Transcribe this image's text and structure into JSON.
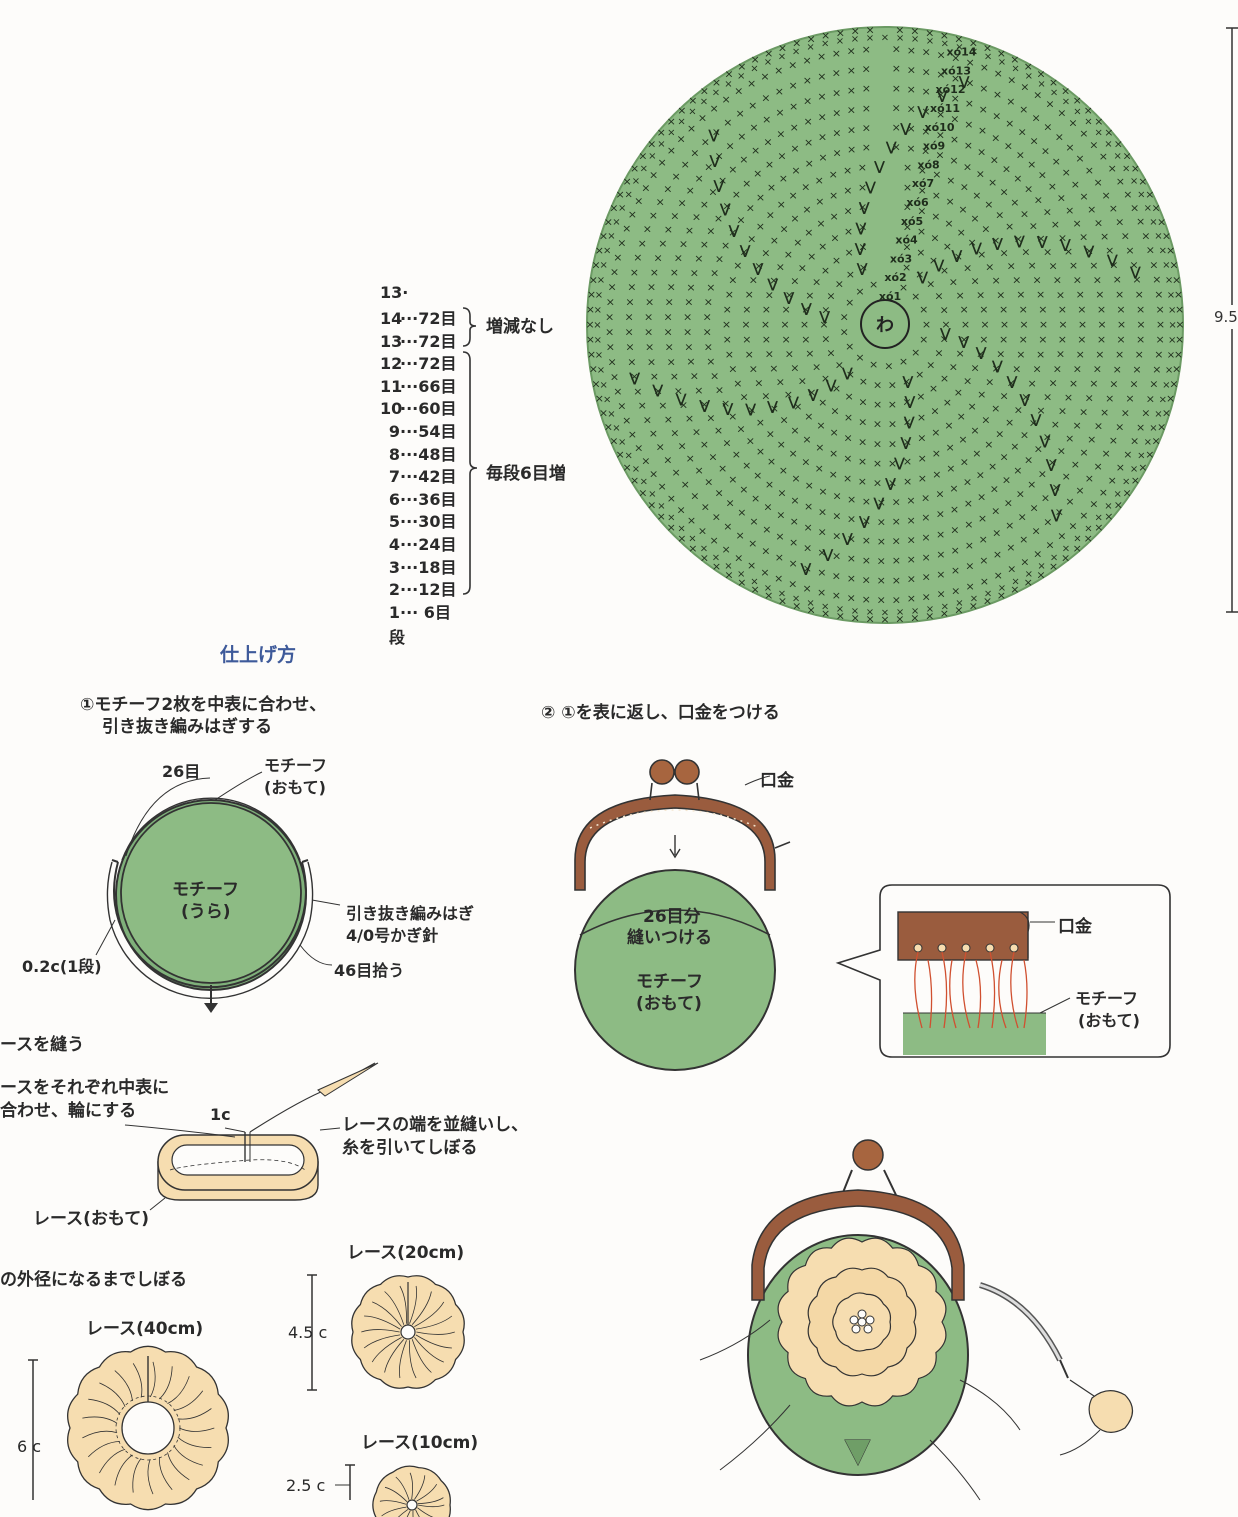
{
  "chart": {
    "dimension": "9.5",
    "center_label": "わ",
    "round_markers": [
      "xó1",
      "xó2",
      "xó3",
      "xó4",
      "xó5",
      "xó6",
      "xó7",
      "xó8",
      "xó9",
      "xó10",
      "xó11",
      "xó12",
      "xó13",
      "xó14"
    ],
    "rounds_top": "13·",
    "rounds": [
      {
        "r": "14",
        "c": "72目"
      },
      {
        "r": "13",
        "c": "72目"
      },
      {
        "r": "12",
        "c": "72目"
      },
      {
        "r": "11",
        "c": "66目"
      },
      {
        "r": "10",
        "c": "60目"
      },
      {
        "r": "9",
        "c": "54目"
      },
      {
        "r": "8",
        "c": "48目"
      },
      {
        "r": "7",
        "c": "42目"
      },
      {
        "r": "6",
        "c": "36目"
      },
      {
        "r": "5",
        "c": "30目"
      },
      {
        "r": "4",
        "c": "24目"
      },
      {
        "r": "3",
        "c": "18目"
      },
      {
        "r": "2",
        "c": "12目"
      },
      {
        "r": "1",
        "c": " 6目"
      }
    ],
    "dan_label": "段",
    "brace_no_change": "増減なし",
    "brace_increase": "毎段6目増"
  },
  "finishing": {
    "title": "仕上げ方",
    "step1": {
      "title_line1": "①モチーフ2枚を中表に合わせ、",
      "title_line2": "引き抜き編みはぎする",
      "label_26": "26目",
      "label_motif_front_1": "モチーフ",
      "label_motif_front_2": "(おもて)",
      "label_motif_back_1": "モチーフ",
      "label_motif_back_2": "(うら)",
      "label_slip_1": "引き抜き編みはぎ",
      "label_slip_2": "4/0号かぎ針",
      "label_thickness": "0.2c(1段)",
      "label_46": "46目拾う"
    },
    "step2": {
      "title": "② ①を表に返し、口金をつける",
      "label_frame": "口金",
      "label_sew_1": "26目分",
      "label_sew_2": "縫いつける",
      "label_motif_1": "モチーフ",
      "label_motif_2": "(おもて)",
      "detail_frame": "口金",
      "detail_motif_1": "モチーフ",
      "detail_motif_2": "(おもて)"
    },
    "step3": {
      "title": "ースを縫う",
      "line1": "ースをそれぞれ中表に",
      "line2": "合わせ、輪にする",
      "label_1c": "1c",
      "label_running_1": "レースの端を並縫いし、",
      "label_running_2": "糸を引いてしぼる",
      "label_lace_front": "レース(おもて)"
    },
    "step4": {
      "title": "の外径になるまでしぼる",
      "lace40": "レース(40cm)",
      "lace20": "レース(20cm)",
      "lace10": "レース(10cm)",
      "dim_6": "6 c",
      "dim_45": "4.5 c",
      "dim_25": "2.5 c"
    }
  },
  "colors": {
    "motif_green": "#8dbb84",
    "motif_stroke": "#333333",
    "lace": "#f6ddb0",
    "frame_brown": "#9a5c3e",
    "accent_blue": "#3e5a9a"
  }
}
